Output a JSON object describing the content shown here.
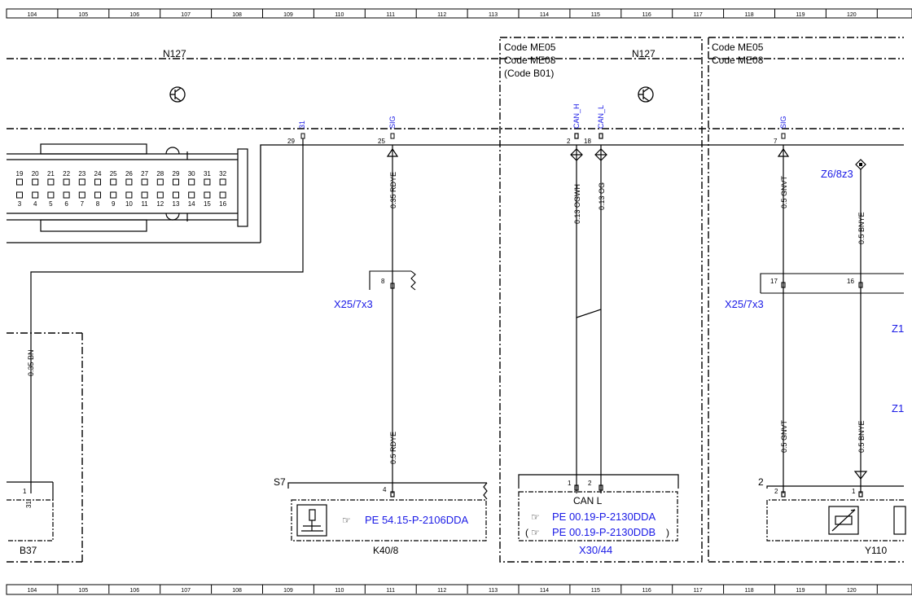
{
  "ruler": {
    "cells": [
      "104",
      "105",
      "106",
      "107",
      "108",
      "109",
      "110",
      "111",
      "112",
      "113",
      "114",
      "115",
      "116",
      "117",
      "118",
      "119",
      "120"
    ]
  },
  "sections": {
    "left_module": "N127",
    "middle_module": "N127",
    "middle_codes": [
      "Code ME05",
      "Code ME08",
      "(Code B01)"
    ],
    "right_codes": [
      "Code ME05",
      "Code ME08"
    ]
  },
  "signals": {
    "s31": "31",
    "sig1": "SIG",
    "can_h": "CAN_H",
    "can_l": "CAN_L",
    "sig2": "SIG"
  },
  "pins": {
    "p29": "29",
    "p25": "25",
    "p2": "2",
    "p18": "18",
    "p7": "7",
    "x25_8": "8",
    "x25_17": "17",
    "x25_16": "16",
    "k40_4": "4",
    "x30_1": "1",
    "x30_2": "2",
    "y110_2": "2",
    "y110_1": "1",
    "y110_2b": "2",
    "b37_1": "1",
    "b37_31": "31"
  },
  "wires": {
    "w_rdye_top": "0.35 RDYE",
    "w_rdye_bot": "0.5 RDYE",
    "w_bn": "0.35 BN",
    "w_ogwh": "0.13 OGWH",
    "w_og": "0.13 OG",
    "w_gnvt_top": "0.5 GNVT",
    "w_gnvt_bot": "0.5 GNVT",
    "w_bnye_top": "0.5 BNYE",
    "w_bnye_bot": "0.5 BNYE"
  },
  "connectors": {
    "x25_left": "X25/7x3",
    "x25_right": "X25/7x3",
    "z6": "Z6/8z3",
    "z1a": "Z1",
    "z1b": "Z1"
  },
  "components": {
    "s7": "S7",
    "k40": "K40/8",
    "k40_ref": "PE 54.15-P-2106DDA",
    "can": "CAN L",
    "x30_ref1": "PE 00.19-P-2130DDA",
    "x30_ref2": "PE 00.19-P-2130DDB",
    "x30_paren_open": "(",
    "x30_paren_close": ")",
    "x30": "X30/44",
    "b37": "B37",
    "y110": "Y110"
  },
  "ecu_pins": {
    "top": [
      "19",
      "20",
      "21",
      "22",
      "23",
      "24",
      "25",
      "26",
      "27",
      "28",
      "29",
      "30",
      "31",
      "32"
    ],
    "bottom": [
      "3",
      "4",
      "5",
      "6",
      "7",
      "8",
      "9",
      "10",
      "11",
      "12",
      "13",
      "14",
      "15",
      "16"
    ]
  },
  "colors": {
    "line": "#000000",
    "link_blue": "#1a1ae6"
  }
}
